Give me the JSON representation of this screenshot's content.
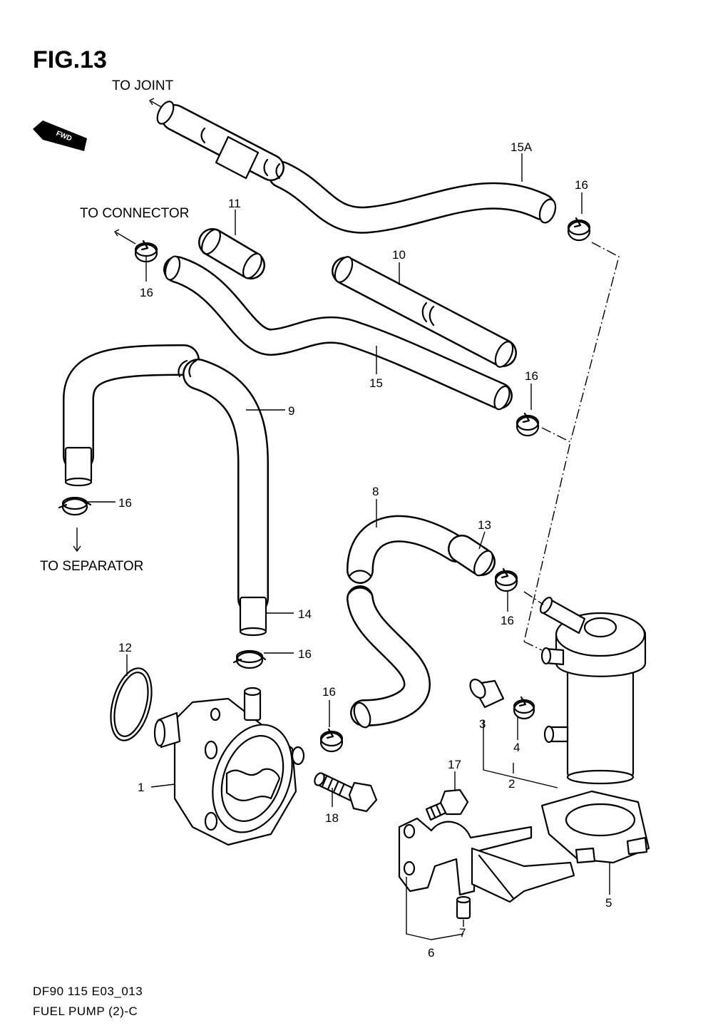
{
  "figure": {
    "title": "FIG.13",
    "fwd_label": "FWD",
    "model_code": "DF90 115 E03_013",
    "section_name": "FUEL PUMP (2)-C"
  },
  "destinations": {
    "to_joint": "TO JOINT",
    "to_connector": "TO CONNECTOR",
    "to_separator": "TO SEPARATOR"
  },
  "callouts": {
    "c1": "1",
    "c2": "2",
    "c3": "3",
    "c4": "4",
    "c5": "5",
    "c6": "6",
    "c7": "7",
    "c8": "8",
    "c9": "9",
    "c10": "10",
    "c11": "11",
    "c12": "12",
    "c13": "13",
    "c14": "14",
    "c15": "15",
    "c15a": "15A",
    "c16_top": "16",
    "c16_connector": "16",
    "c16_mid": "16",
    "c16_separator": "16",
    "c16_hose13": "16",
    "c16_hose14": "16",
    "c16_hose8": "16",
    "c17": "17",
    "c18": "18"
  },
  "colors": {
    "line": "#000000",
    "background": "#ffffff"
  }
}
